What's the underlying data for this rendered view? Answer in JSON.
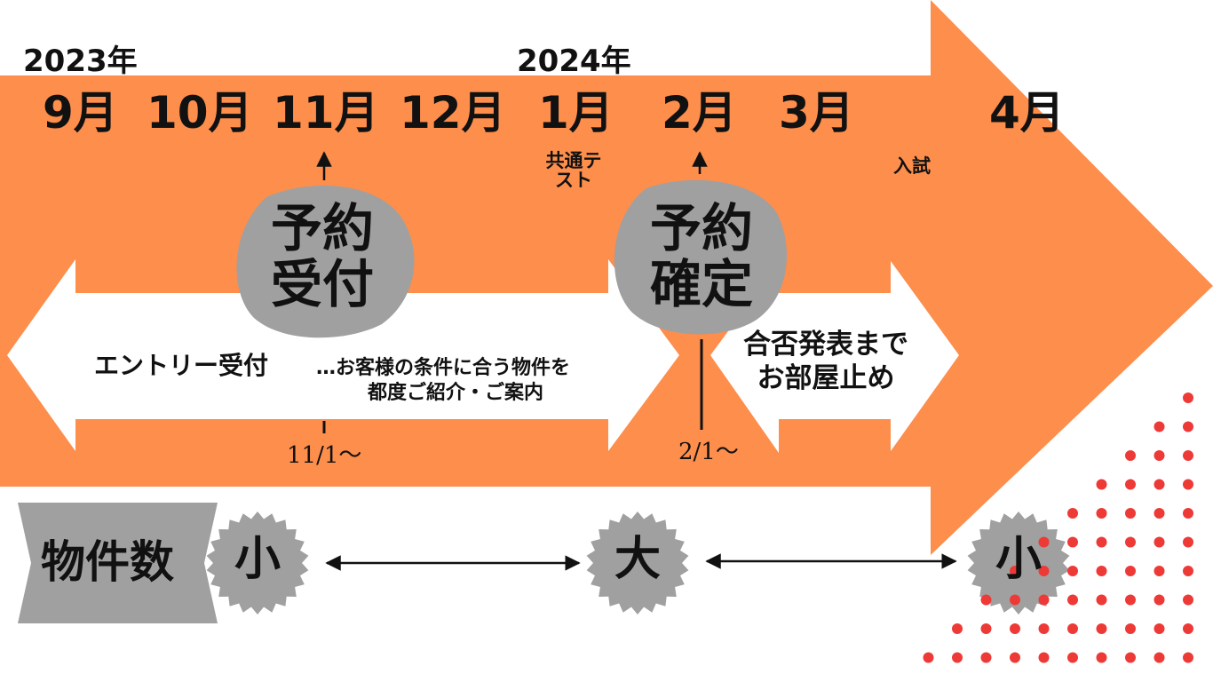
{
  "colors": {
    "orange": "#FD8E4C",
    "grey": "#A0A0A0",
    "white": "#FFFFFF",
    "dot": "#EE3A36",
    "text": "#111111"
  },
  "years": [
    "2023年",
    "2024年"
  ],
  "months": [
    "9月",
    "10月",
    "11月",
    "12月",
    "1月",
    "2月",
    "3月",
    "4月"
  ],
  "events": {
    "common_test": "共通テスト",
    "exam": "入試"
  },
  "blobs": {
    "reservation_accept": "予約受付",
    "reservation_confirm": "予約確定"
  },
  "entry": {
    "label": "エントリー受付",
    "detail_line1": "…お客様の条件に合う物件を",
    "detail_line2": "都度ご紹介・ご案内"
  },
  "announcement": {
    "line1": "合否発表まで",
    "line2": "お部屋止め"
  },
  "dates": {
    "start_reservation": "11/1～",
    "start_confirm": "2/1～"
  },
  "property_count": {
    "label": "物件数",
    "levels": [
      "小",
      "大",
      "小"
    ]
  }
}
